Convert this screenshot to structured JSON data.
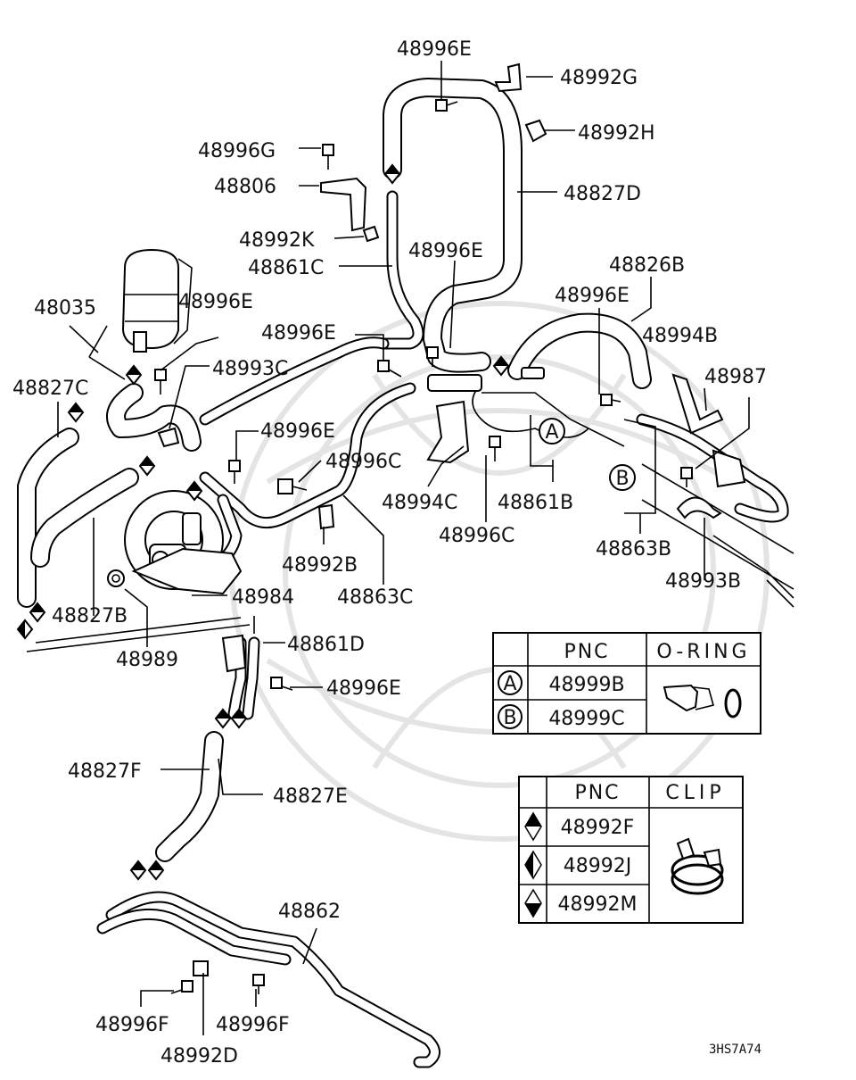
{
  "diagram": {
    "labels": {
      "l_48996E_top": "48996E",
      "l_48992G": "48992G",
      "l_48992H": "48992H",
      "l_48996G": "48996G",
      "l_48806": "48806",
      "l_48827D": "48827D",
      "l_48992K": "48992K",
      "l_48996E_mid": "48996E",
      "l_48861C": "48861C",
      "l_48826B": "48826B",
      "l_48035": "48035",
      "l_48996E_res": "48996E",
      "l_48996E_r": "48996E",
      "l_48996E_l": "48996E",
      "l_48994B": "48994B",
      "l_48827C": "48827C",
      "l_48993C": "48993C",
      "l_48987": "48987",
      "l_48996E_c": "48996E",
      "l_48996C_c": "48996C",
      "l_48994C": "48994C",
      "l_48861B": "48861B",
      "l_48863B": "48863B",
      "l_48996C_b": "48996C",
      "l_48992B": "48992B",
      "l_48993B": "48993B",
      "l_48984": "48984",
      "l_48863C": "48863C",
      "l_48827B": "48827B",
      "l_48861D": "48861D",
      "l_48989": "48989",
      "l_48996E_low": "48996E",
      "l_48827F": "48827F",
      "l_48827E": "48827E",
      "l_48862": "48862",
      "l_48996F_l": "48996F",
      "l_48996F_r": "48996F",
      "l_48992D": "48992D"
    },
    "callouts": {
      "a": "A",
      "b": "B"
    },
    "figure_code": "3HS7A74"
  },
  "oring_table": {
    "headers": [
      "PNC",
      "O-RING"
    ],
    "rows": [
      {
        "key": "A",
        "pnc": "48999B"
      },
      {
        "key": "B",
        "pnc": "48999C"
      }
    ]
  },
  "clip_table": {
    "headers": [
      "PNC",
      "CLIP"
    ],
    "rows": [
      {
        "symbol": "diamond-top-filled",
        "pnc": "48992F"
      },
      {
        "symbol": "diamond-left-filled",
        "pnc": "48992J"
      },
      {
        "symbol": "diamond-bottom-filled",
        "pnc": "48992M"
      }
    ]
  },
  "colors": {
    "ink": "#000000",
    "paper": "#ffffff",
    "watermark": "#e4e4e4"
  }
}
